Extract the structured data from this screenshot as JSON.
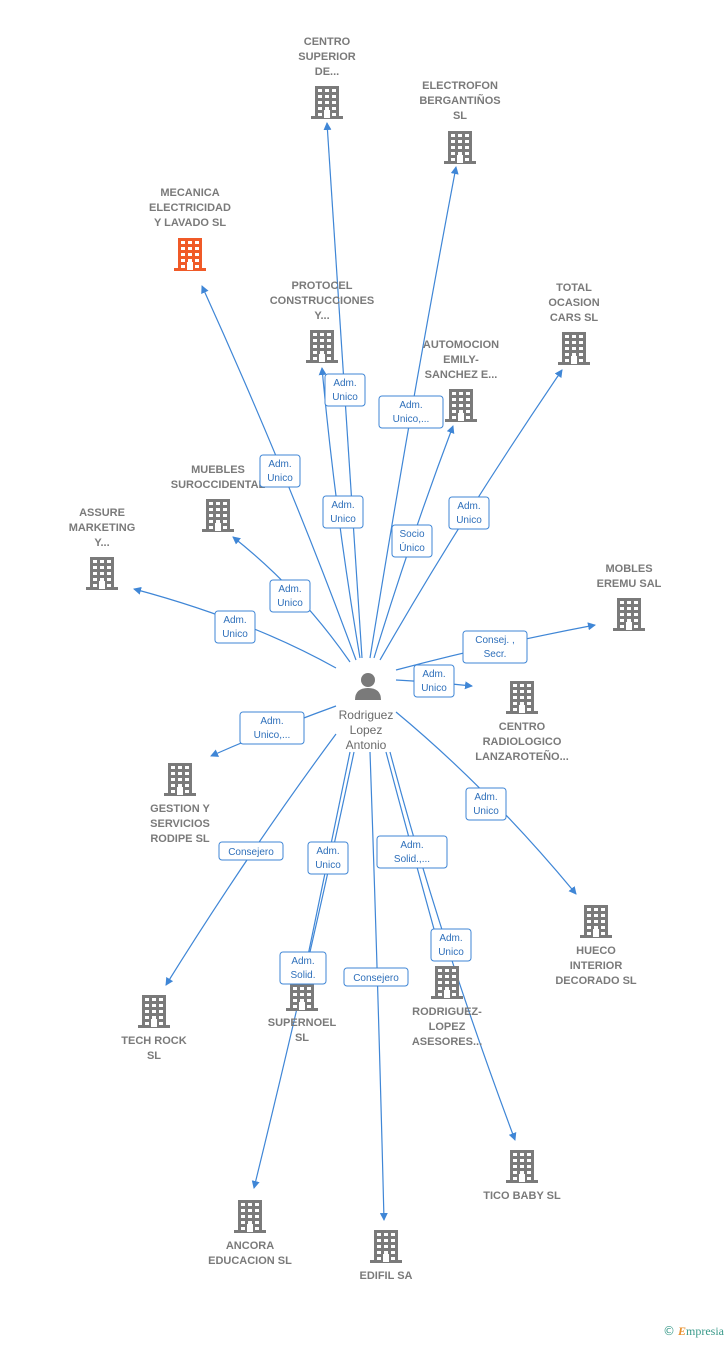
{
  "center": {
    "name_lines": [
      "Rodriguez",
      "Lopez",
      "Antonio"
    ],
    "icon": "person-icon"
  },
  "companies": [
    {
      "id": "centro-superior",
      "lines": [
        "CENTRO",
        "SUPERIOR",
        "DE..."
      ],
      "highlight": false,
      "icon": "building-icon"
    },
    {
      "id": "electrofon",
      "lines": [
        "ELECTROFON",
        "BERGANTIÑOS",
        "SL"
      ],
      "highlight": false,
      "icon": "building-icon"
    },
    {
      "id": "mecanica",
      "lines": [
        "MECANICA",
        "ELECTRICIDAD",
        "Y LAVADO  SL"
      ],
      "highlight": true,
      "icon": "building-icon"
    },
    {
      "id": "protocel",
      "lines": [
        "PROTOCEL",
        "CONSTRUCCIONES",
        "Y..."
      ],
      "highlight": false,
      "icon": "building-icon"
    },
    {
      "id": "total-ocasion",
      "lines": [
        "TOTAL",
        "OCASION",
        "CARS  SL"
      ],
      "highlight": false,
      "icon": "building-icon"
    },
    {
      "id": "automocion",
      "lines": [
        "AUTOMOCION",
        "EMILY-",
        "SANCHEZ E..."
      ],
      "highlight": false,
      "icon": "building-icon"
    },
    {
      "id": "muebles",
      "lines": [
        "MUEBLES",
        "SUROCCIDENTAL"
      ],
      "highlight": false,
      "icon": "building-icon"
    },
    {
      "id": "assure",
      "lines": [
        "ASSURE",
        "MARKETING",
        "Y..."
      ],
      "highlight": false,
      "icon": "building-icon"
    },
    {
      "id": "mobles",
      "lines": [
        "MOBLES",
        "EREMU SAL"
      ],
      "highlight": false,
      "icon": "building-icon"
    },
    {
      "id": "centro-radiologico",
      "lines": [
        "CENTRO",
        "RADIOLOGICO",
        "LANZAROTEÑO..."
      ],
      "highlight": false,
      "icon": "building-icon"
    },
    {
      "id": "gestion",
      "lines": [
        "GESTION Y",
        "SERVICIOS",
        "RODIPE  SL"
      ],
      "highlight": false,
      "icon": "building-icon"
    },
    {
      "id": "hueco",
      "lines": [
        "HUECO",
        "INTERIOR",
        "DECORADO SL"
      ],
      "highlight": false,
      "icon": "building-icon"
    },
    {
      "id": "tech-rock",
      "lines": [
        "TECH ROCK",
        "SL"
      ],
      "highlight": false,
      "icon": "building-icon"
    },
    {
      "id": "supernoel",
      "lines": [
        "SUPERNOEL",
        "SL"
      ],
      "highlight": false,
      "icon": "building-icon"
    },
    {
      "id": "rodriguez-lopez",
      "lines": [
        "RODRIGUEZ-",
        "LOPEZ",
        "ASESORES..."
      ],
      "highlight": false,
      "icon": "building-icon"
    },
    {
      "id": "tico-baby",
      "lines": [
        "TICO BABY SL"
      ],
      "highlight": false,
      "icon": "building-icon"
    },
    {
      "id": "ancora",
      "lines": [
        "ANCORA",
        "EDUCACION SL"
      ],
      "highlight": false,
      "icon": "building-icon"
    },
    {
      "id": "edifil",
      "lines": [
        "EDIFIL SA"
      ],
      "highlight": false,
      "icon": "building-icon"
    }
  ],
  "relations": [
    {
      "to": "centro-superior",
      "lines": [
        "Adm.",
        "Unico"
      ]
    },
    {
      "to": "electrofon",
      "lines": [
        "Adm.",
        "Unico,..."
      ]
    },
    {
      "to": "mecanica",
      "lines": [
        "Adm.",
        "Unico"
      ]
    },
    {
      "to": "protocel",
      "lines": [
        "Adm.",
        "Unico"
      ]
    },
    {
      "to": "total-ocasion",
      "lines": [
        "Adm.",
        "Unico"
      ]
    },
    {
      "to": "automocion",
      "lines": [
        "Socio",
        "Único"
      ]
    },
    {
      "to": "muebles",
      "lines": [
        "Adm.",
        "Unico"
      ]
    },
    {
      "to": "assure",
      "lines": [
        "Adm.",
        "Unico"
      ]
    },
    {
      "to": "mobles",
      "lines": [
        "Consej. ,",
        "Secr."
      ]
    },
    {
      "to": "centro-radiologico",
      "lines": [
        "Adm.",
        "Unico"
      ]
    },
    {
      "to": "gestion",
      "lines": [
        "Adm.",
        "Unico,..."
      ]
    },
    {
      "to": "hueco",
      "lines": [
        "Adm.",
        "Unico"
      ]
    },
    {
      "to": "tech-rock",
      "lines": [
        "Consejero"
      ]
    },
    {
      "to": "supernoel",
      "lines": [
        "Adm.",
        "Solid."
      ]
    },
    {
      "to": "rodriguez-lopez",
      "lines": [
        "Adm.",
        "Solid.,..."
      ]
    },
    {
      "to": "tico-baby",
      "lines": [
        "Adm.",
        "Unico"
      ]
    },
    {
      "to": "ancora",
      "lines": [
        "Adm.",
        "Unico"
      ]
    },
    {
      "to": "edifil",
      "lines": [
        "Consejero"
      ]
    }
  ],
  "colors": {
    "edge": "#3f86d6",
    "building": "#7a7a7a",
    "highlight_building": "#f05a28",
    "person": "#7a7a7a"
  },
  "watermark": {
    "symbol": "©",
    "brand_initial": "E",
    "brand_rest": "mpresia"
  }
}
